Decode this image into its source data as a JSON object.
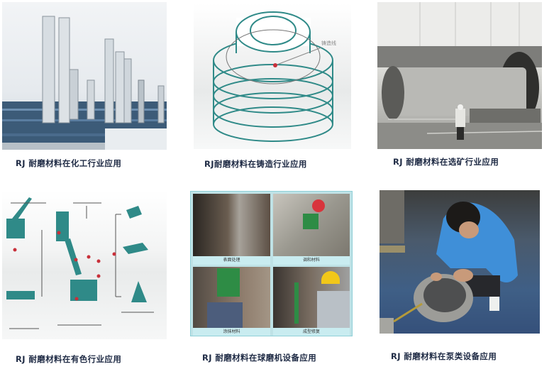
{
  "gallery": {
    "items": [
      {
        "id": "chemical",
        "caption": "RJ 耐磨材料在化工行业应用",
        "image": "chemical-plant-towers-photo"
      },
      {
        "id": "casting",
        "caption": "RJ耐磨材料在铸造行业应用",
        "image": "pulley-wheel-line-drawing",
        "label": "铸造线"
      },
      {
        "id": "mining",
        "caption": "RJ 耐磨材料在选矿行业应用",
        "image": "ball-mill-hall-photo"
      },
      {
        "id": "nonferrous",
        "caption": "RJ 耐磨材料在有色行业应用",
        "image": "nonferrous-process-diagram"
      },
      {
        "id": "ballmill",
        "caption": "RJ 耐磨材料在球磨机设备应用",
        "image": "ball-mill-repair-collage",
        "panels": [
          "表面处理",
          "调和材料",
          "涂抹材料",
          "成型修复"
        ]
      },
      {
        "id": "pump",
        "caption": "RJ 耐磨材料在泵类设备应用",
        "image": "pump-casing-repair-photo"
      }
    ]
  },
  "colors": {
    "caption": "#1e2a44",
    "diagram_teal": "#2f8a88",
    "marker_red": "#c8303a",
    "collage_border": "#8fd0d8"
  }
}
